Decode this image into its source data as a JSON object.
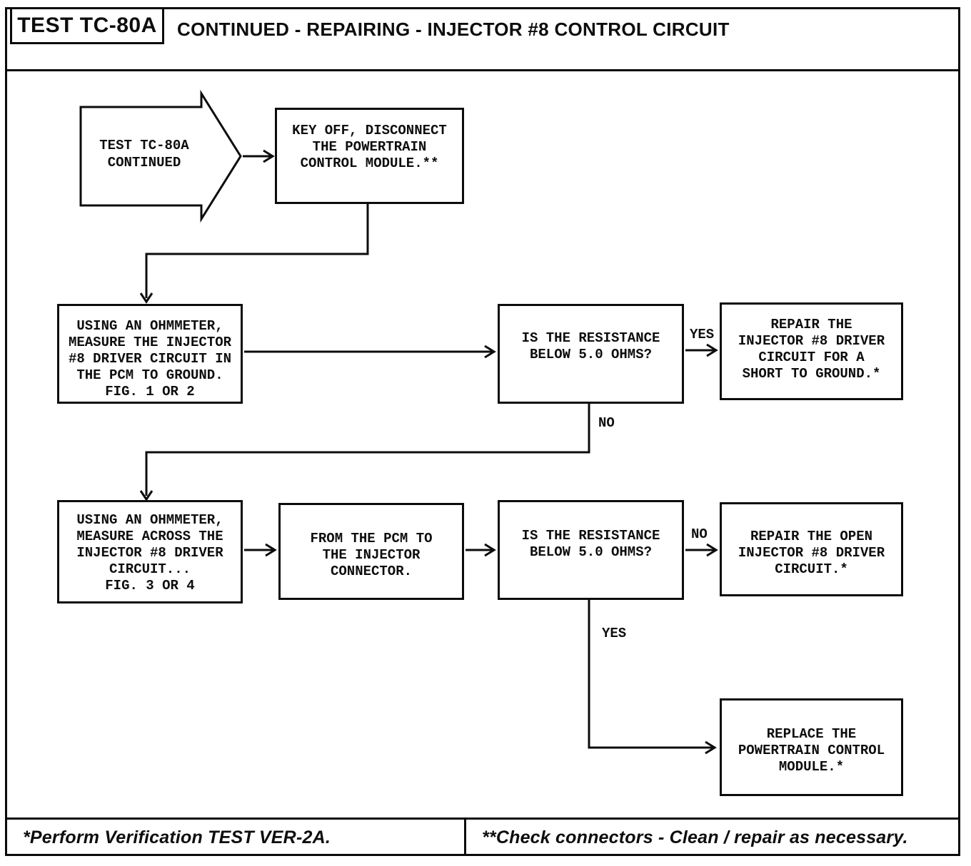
{
  "colors": {
    "ink": "#0d0d0d",
    "paper": "#ffffff"
  },
  "header": {
    "test_label": "TEST TC-80A",
    "title": "CONTINUED - REPAIRING - INJECTOR #8 CONTROL CIRCUIT"
  },
  "flowchart": {
    "start": "TEST TC-80A\nCONTINUED",
    "nodes": {
      "key_off": "KEY OFF, DISCONNECT\nTHE POWERTRAIN\nCONTROL MODULE.**",
      "measure_pcm_ground": "USING AN OHMMETER,\nMEASURE THE INJECTOR\n#8 DRIVER CIRCUIT IN\nTHE PCM TO GROUND.\nFIG. 1 OR 2",
      "resistance_check_1": "IS THE RESISTANCE\nBELOW 5.0 OHMS?",
      "repair_short": "REPAIR THE\nINJECTOR #8 DRIVER\nCIRCUIT FOR A\nSHORT TO GROUND.*",
      "measure_across_driver": "USING AN OHMMETER,\nMEASURE ACROSS THE\nINJECTOR #8 DRIVER\nCIRCUIT...\nFIG. 3 OR 4",
      "pcm_to_injector": "FROM THE PCM TO\nTHE INJECTOR\nCONNECTOR.",
      "resistance_check_2": "IS THE RESISTANCE\nBELOW 5.0 OHMS?",
      "repair_open": "REPAIR THE OPEN\nINJECTOR #8 DRIVER\nCIRCUIT.*",
      "replace_pcm": "REPLACE THE\nPOWERTRAIN CONTROL\nMODULE.*"
    },
    "labels": {
      "yes_top": "YES",
      "no_top": "NO",
      "no_bottom": "NO",
      "yes_bottom": "YES"
    }
  },
  "footer": {
    "left_note": "*Perform Verification TEST VER-2A.",
    "right_note": "**Check connectors - Clean / repair as necessary."
  }
}
